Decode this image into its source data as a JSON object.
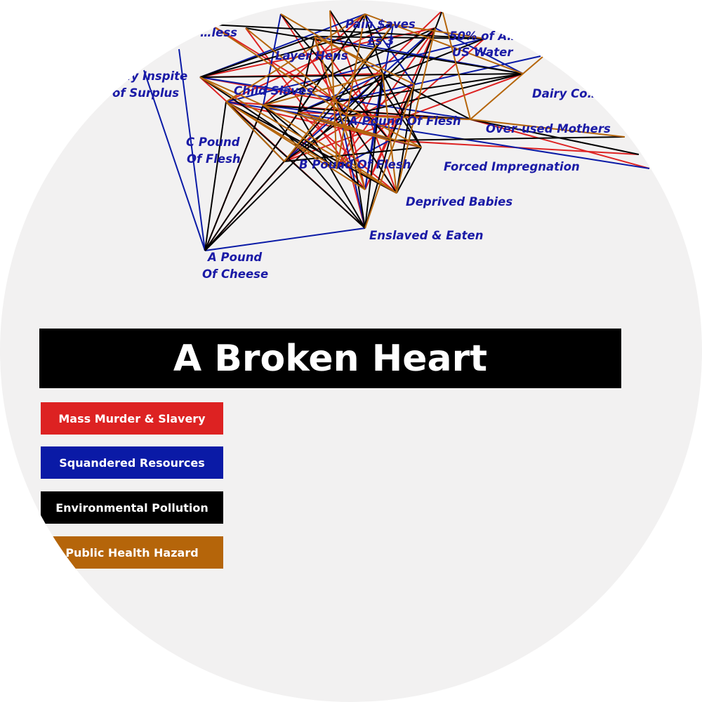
{
  "title": "A Broken Heart",
  "legend": [
    {
      "label": "Mass Murder & Slavery",
      "color": "#dd2222"
    },
    {
      "label": "Squandered Resources",
      "color": "#0a1aa6"
    },
    {
      "label": "Environmental Pollution",
      "color": "#000000"
    },
    {
      "label": "Public Health Hazard",
      "color": "#b5650a"
    }
  ],
  "nodes": [
    {
      "id": "wasteless",
      "label": "…less"
    },
    {
      "id": "pain-saves",
      "label": "Pain $aves"
    },
    {
      "id": "ls3",
      "label": "£s 3"
    },
    {
      "id": "us-water",
      "label": "50% of A…",
      "label2": "US Water"
    },
    {
      "id": "inspite",
      "label": "…y Inspite",
      "label2": "of Surplus"
    },
    {
      "id": "layer-hens",
      "label": "Layer Hens"
    },
    {
      "id": "child-slaves",
      "label": "Child Slaves"
    },
    {
      "id": "dairy-cows",
      "label": "Dairy Co…"
    },
    {
      "id": "a-pound-of-flesh",
      "label": "A Pound Of Flesh"
    },
    {
      "id": "over-used-mothers",
      "label": "Over-used Mothers"
    },
    {
      "id": "c-pound",
      "label": "C Pound",
      "label2": "Of Flesh"
    },
    {
      "id": "b-pound",
      "label": "B Pound Of Flesh"
    },
    {
      "id": "forced-impregnation",
      "label": "Forced Impregnation"
    },
    {
      "id": "deprived-babies",
      "label": "Deprived Babies"
    },
    {
      "id": "enslaved-eaten",
      "label": "Enslaved & Eaten"
    },
    {
      "id": "a-pound-cheese",
      "label": "A Pound",
      "label2": "Of Cheese"
    }
  ]
}
